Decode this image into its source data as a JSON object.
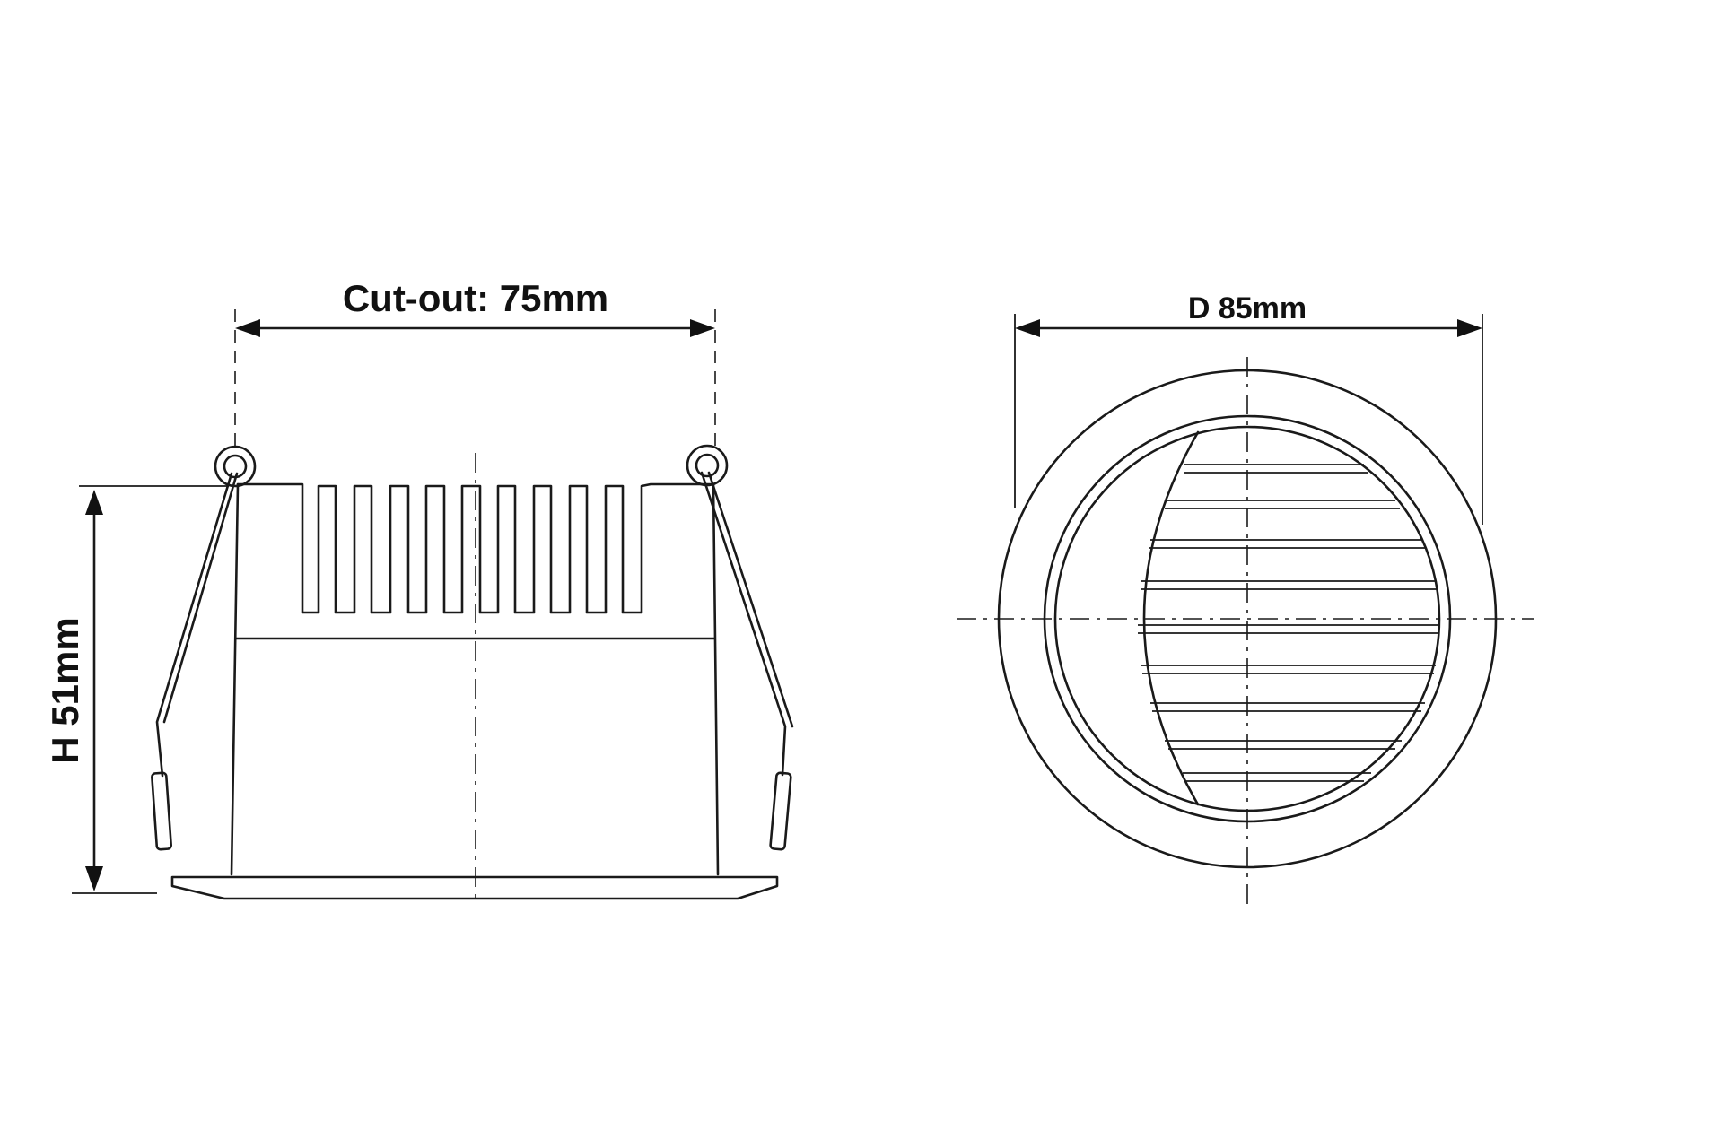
{
  "side_view": {
    "cutout_label": "Cut-out: 75mm",
    "height_label": "H 51mm"
  },
  "front_view": {
    "diameter_label": "D 85mm"
  },
  "colors": {
    "line": "#1a1a1a",
    "background": "#ffffff"
  }
}
